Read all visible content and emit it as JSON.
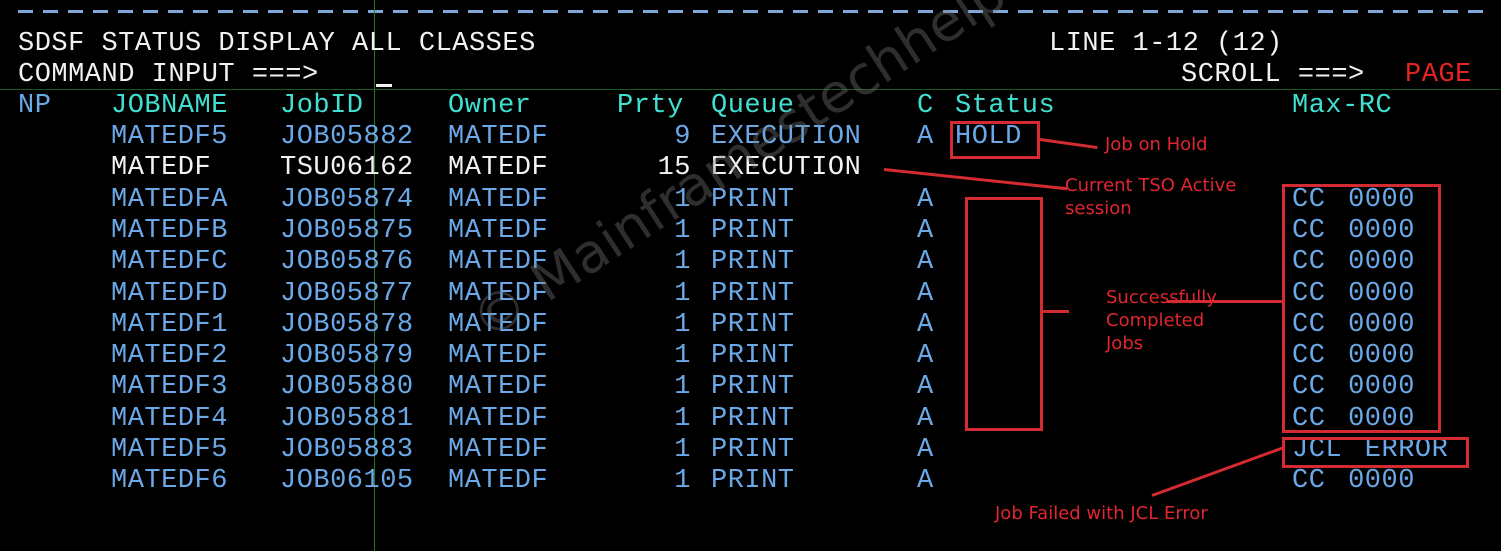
{
  "header": {
    "title": "SDSF STATUS DISPLAY ALL CLASSES",
    "line_info": "LINE 1-12 (12)",
    "command_label": "COMMAND INPUT ===>",
    "command_value": "",
    "scroll_label": "SCROLL ===>",
    "scroll_value": "PAGE"
  },
  "colors": {
    "text_white": "#f2f2f2",
    "data_blue": "#6aa8e8",
    "header_cyan": "#3fe0d2",
    "accent_red": "#e32222",
    "annotation_red": "#d42a32"
  },
  "columns": [
    "NP",
    "JOBNAME",
    "JobID",
    "Owner",
    "Prty",
    "Queue",
    "C",
    "Status",
    "Max-RC"
  ],
  "rows": [
    {
      "np": "",
      "jobname": "MATEDF5",
      "jobid": "JOB05882",
      "owner": "MATEDF",
      "prty": "9",
      "queue": "EXECUTION",
      "c": "A",
      "status": "HOLD",
      "maxrc": "",
      "hl": false
    },
    {
      "np": "",
      "jobname": "MATEDF",
      "jobid": "TSU06162",
      "owner": "MATEDF",
      "prty": "15",
      "queue": "EXECUTION",
      "c": "",
      "status": "",
      "maxrc": "",
      "hl": true
    },
    {
      "np": "",
      "jobname": "MATEDFA",
      "jobid": "JOB05874",
      "owner": "MATEDF",
      "prty": "1",
      "queue": "PRINT",
      "c": "A",
      "status": "",
      "maxrc": "CC 0000",
      "hl": false
    },
    {
      "np": "",
      "jobname": "MATEDFB",
      "jobid": "JOB05875",
      "owner": "MATEDF",
      "prty": "1",
      "queue": "PRINT",
      "c": "A",
      "status": "",
      "maxrc": "CC 0000",
      "hl": false
    },
    {
      "np": "",
      "jobname": "MATEDFC",
      "jobid": "JOB05876",
      "owner": "MATEDF",
      "prty": "1",
      "queue": "PRINT",
      "c": "A",
      "status": "",
      "maxrc": "CC 0000",
      "hl": false
    },
    {
      "np": "",
      "jobname": "MATEDFD",
      "jobid": "JOB05877",
      "owner": "MATEDF",
      "prty": "1",
      "queue": "PRINT",
      "c": "A",
      "status": "",
      "maxrc": "CC 0000",
      "hl": false
    },
    {
      "np": "",
      "jobname": "MATEDF1",
      "jobid": "JOB05878",
      "owner": "MATEDF",
      "prty": "1",
      "queue": "PRINT",
      "c": "A",
      "status": "",
      "maxrc": "CC 0000",
      "hl": false
    },
    {
      "np": "",
      "jobname": "MATEDF2",
      "jobid": "JOB05879",
      "owner": "MATEDF",
      "prty": "1",
      "queue": "PRINT",
      "c": "A",
      "status": "",
      "maxrc": "CC 0000",
      "hl": false
    },
    {
      "np": "",
      "jobname": "MATEDF3",
      "jobid": "JOB05880",
      "owner": "MATEDF",
      "prty": "1",
      "queue": "PRINT",
      "c": "A",
      "status": "",
      "maxrc": "CC 0000",
      "hl": false
    },
    {
      "np": "",
      "jobname": "MATEDF4",
      "jobid": "JOB05881",
      "owner": "MATEDF",
      "prty": "1",
      "queue": "PRINT",
      "c": "A",
      "status": "",
      "maxrc": "CC 0000",
      "hl": false
    },
    {
      "np": "",
      "jobname": "MATEDF5",
      "jobid": "JOB05883",
      "owner": "MATEDF",
      "prty": "1",
      "queue": "PRINT",
      "c": "A",
      "status": "",
      "maxrc": "JCL ERROR",
      "hl": false
    },
    {
      "np": "",
      "jobname": "MATEDF6",
      "jobid": "JOB06105",
      "owner": "MATEDF",
      "prty": "1",
      "queue": "PRINT",
      "c": "A",
      "status": "",
      "maxrc": "CC 0000",
      "hl": false
    }
  ],
  "annotations": {
    "hold": "Job on Hold",
    "tso": "Current TSO Active\nsession",
    "success": "Successfully\nCompleted\nJobs",
    "jcl": "Job Failed with JCL Error"
  },
  "watermark": "© Mainframestechhelp"
}
